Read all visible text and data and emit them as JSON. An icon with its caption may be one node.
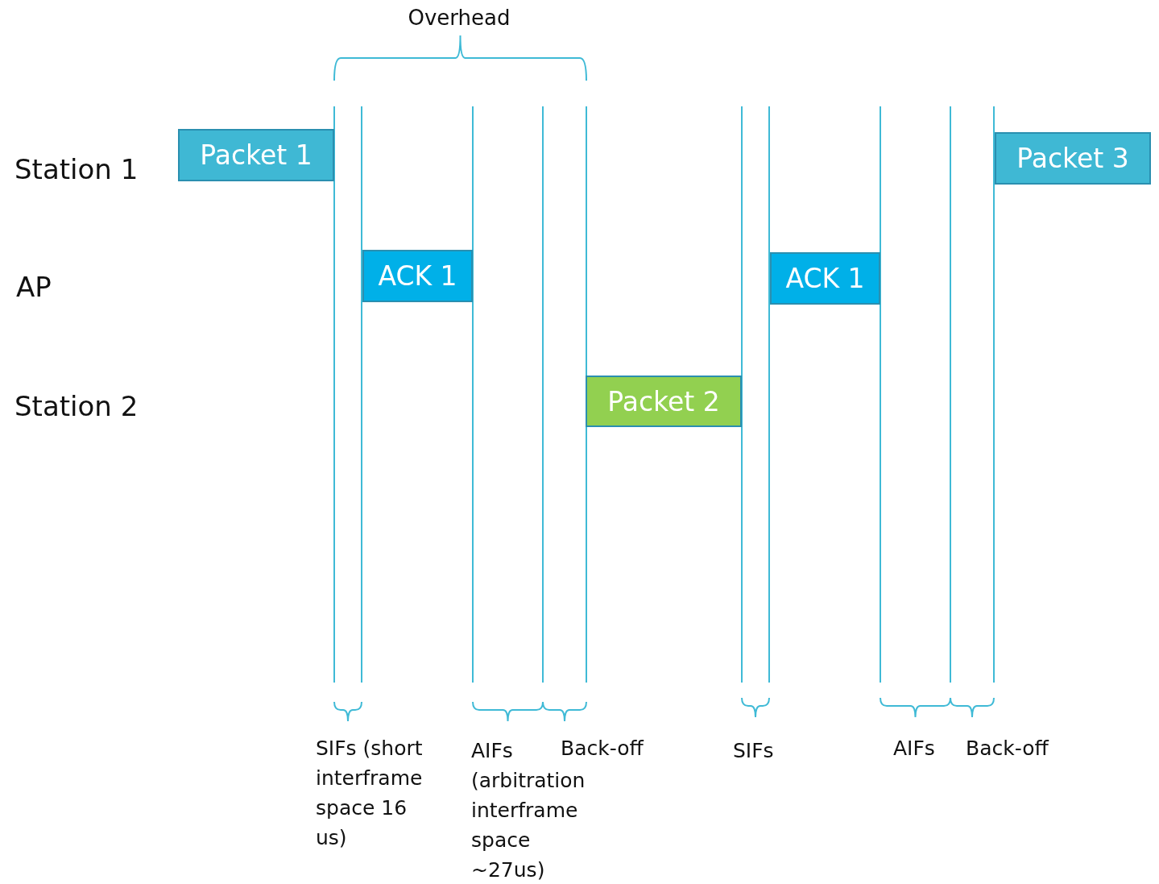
{
  "diagram": {
    "nodes": [
      {
        "text": [
          "Packet 1"
        ]
      },
      {
        "text": [
          "ACK 1"
        ]
      },
      {
        "text": [
          "Packet 2"
        ]
      },
      {
        "text": [
          "ACK 1"
        ]
      },
      {
        "text": [
          "Packet 3"
        ]
      }
    ],
    "labels": [
      "Overhead",
      "Station 1",
      "AP",
      "Station 2",
      "SIFs (short interframe space 16 us)",
      "AIFs (arbitration interframe space ~27us)",
      "Back-off",
      "SIFs",
      "AIFs",
      "Back-off"
    ]
  }
}
